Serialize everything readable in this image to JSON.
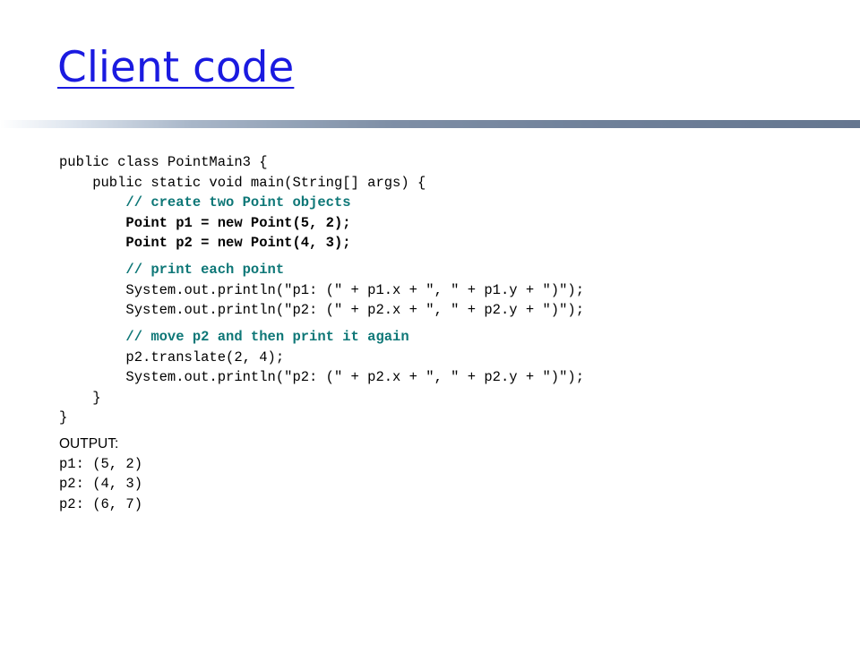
{
  "slide": {
    "title": "Client code"
  },
  "code": {
    "lines": [
      "public class PointMain3 {",
      "    public static void main(String[] args) {",
      "        // create two Point objects",
      "        Point p1 = new Point(5, 2);",
      "        Point p2 = new Point(4, 3);",
      "        // print each point",
      "        System.out.println(\"p1: (\" + p1.x + \", \" + p1.y + \")\");",
      "        System.out.println(\"p2: (\" + p2.x + \", \" + p2.y + \")\");",
      "        // move p2 and then print it again",
      "        p2.translate(2, 4);",
      "        System.out.println(\"p2: (\" + p2.x + \", \" + p2.y + \")\");",
      "    }",
      "}"
    ]
  },
  "output": {
    "label": "OUTPUT:",
    "lines": [
      "p1: (5, 2)",
      "p2: (4, 3)",
      "p2: (6, 7)"
    ]
  }
}
